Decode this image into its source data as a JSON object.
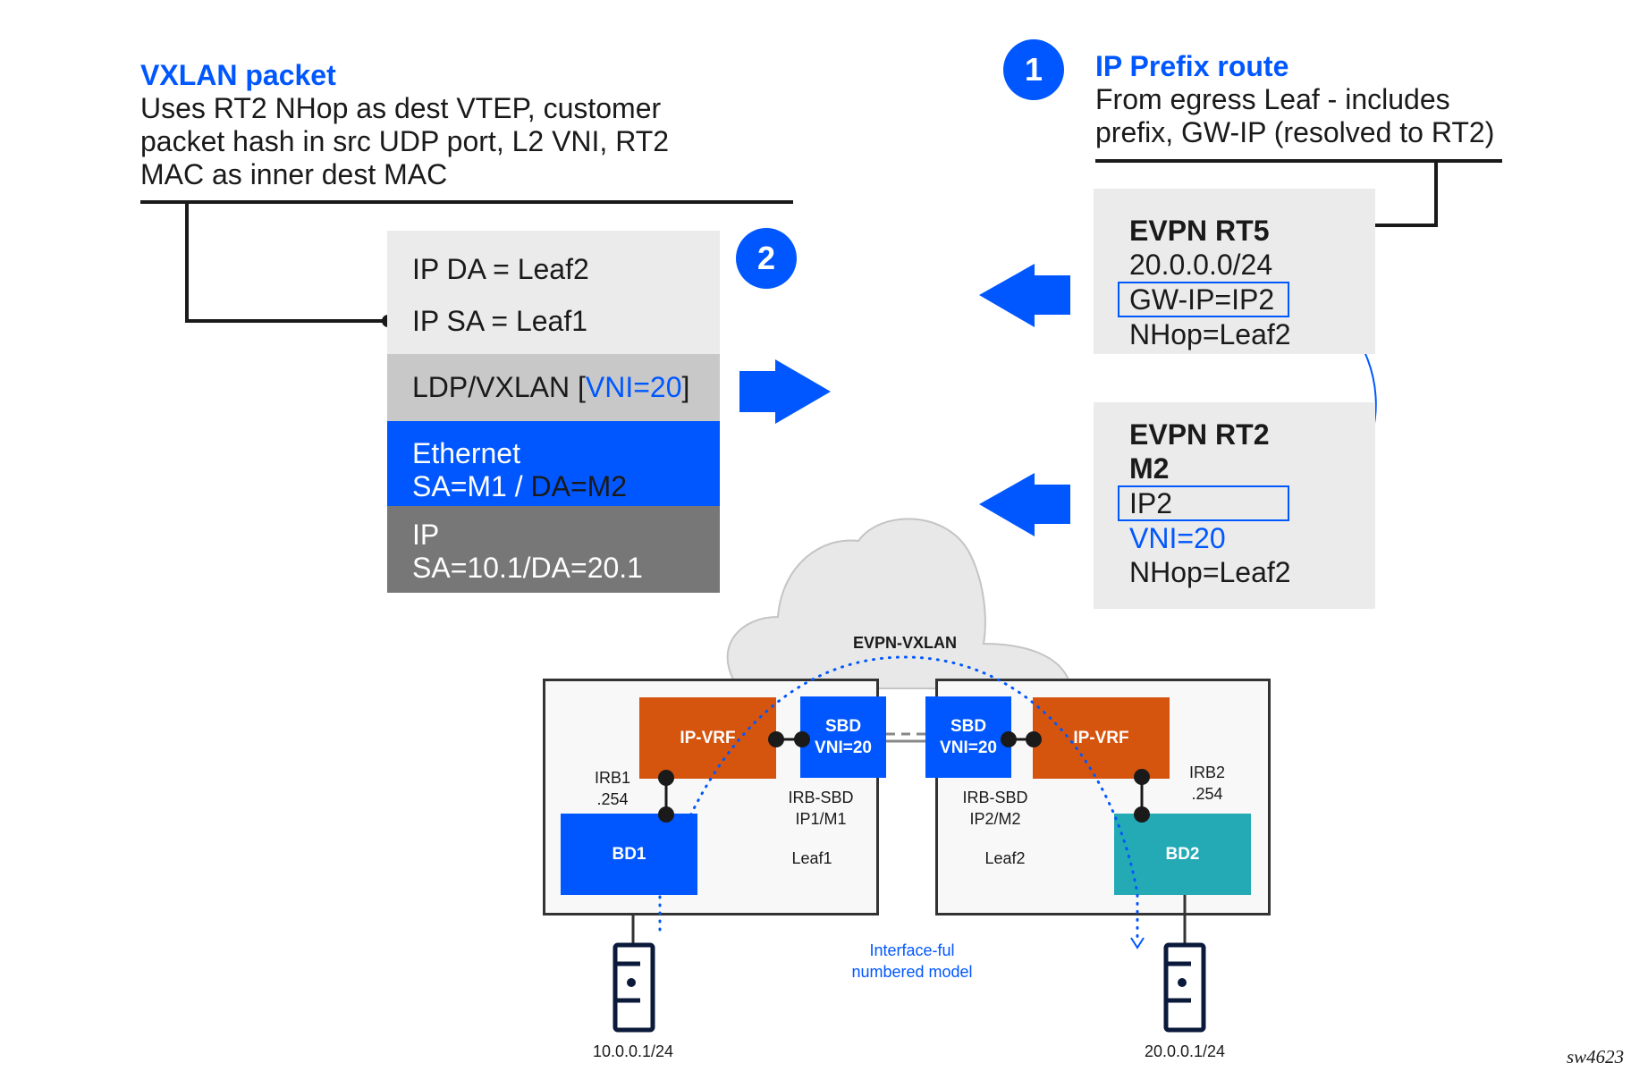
{
  "vxlan_note": {
    "title": "VXLAN packet",
    "lines": [
      "Uses RT2 NHop as dest VTEP, customer",
      "packet hash in src UDP port, L2 VNI, RT2",
      "MAC as inner dest MAC"
    ]
  },
  "prefix_note": {
    "badge": "1",
    "title": "IP Prefix route",
    "lines": [
      "From egress Leaf - includes",
      "prefix, GW-IP (resolved to RT2)"
    ]
  },
  "packet": {
    "badge": "2",
    "outer_ip": {
      "da": "IP DA = Leaf2",
      "sa": "IP SA = Leaf1"
    },
    "vxlan": {
      "prefix": "LDP/VXLAN [",
      "vni": "VNI=20",
      "suffix": "]"
    },
    "ethernet": {
      "title": "Ethernet",
      "sa": "SA=M1 / ",
      "da": "DA=M2"
    },
    "ip": {
      "title": "IP",
      "addr": "SA=10.1/DA=20.1"
    }
  },
  "rt5": {
    "title": "EVPN RT5",
    "prefix": "20.0.0.0/24",
    "gw_ip": "GW-IP=IP2",
    "nhop": "NHop=Leaf2"
  },
  "rt2": {
    "title": "EVPN RT2",
    "mac": "M2",
    "ip": "IP2",
    "vni": "VNI=20",
    "nhop": "NHop=Leaf2"
  },
  "cloud_label": "EVPN-VXLAN",
  "leaf1": {
    "name": "Leaf1",
    "ip_vrf": "IP-VRF",
    "sbd": [
      "SBD",
      "VNI=20"
    ],
    "irb_sbd": [
      "IRB-SBD",
      "IP1/M1"
    ],
    "irb": [
      "IRB1",
      ".254"
    ],
    "bd": "BD1"
  },
  "leaf2": {
    "name": "Leaf2",
    "ip_vrf": "IP-VRF",
    "sbd": [
      "SBD",
      "VNI=20"
    ],
    "irb_sbd": [
      "IRB-SBD",
      "IP2/M2"
    ],
    "irb": [
      "IRB2",
      ".254"
    ],
    "bd": "BD2"
  },
  "model_label": [
    "Interface-ful",
    "numbered model"
  ],
  "hosts": {
    "left": "10.0.0.1/24",
    "right": "20.0.0.1/24"
  },
  "figure_id": "sw4623",
  "colors": {
    "accent_blue": "#0057ff",
    "ip_vrf_orange": "#d5550f",
    "bd2_teal": "#23aab5",
    "box_gray": "#ebebeb",
    "vxlan_gray": "#c8c8c8",
    "ip_dark_gray": "#777777",
    "server_navy": "#0b1a3a"
  }
}
